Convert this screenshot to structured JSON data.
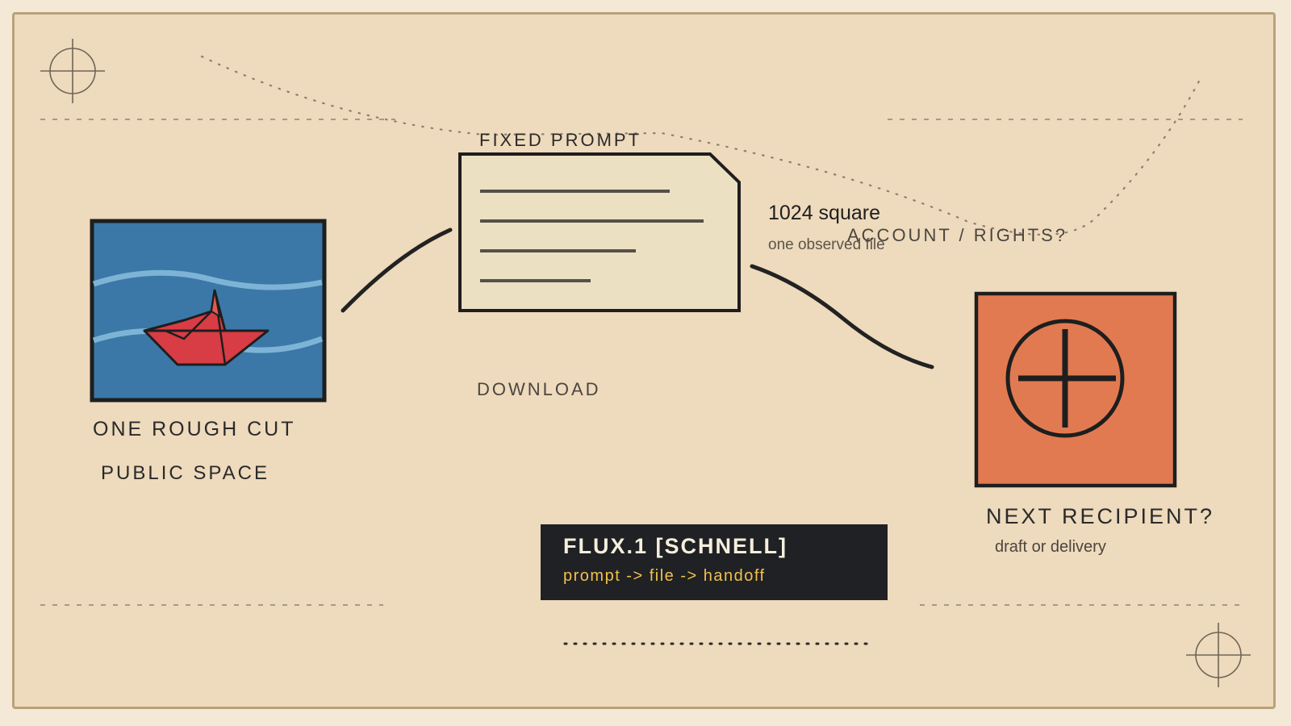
{
  "labels": {
    "fixed_prompt": "FIXED PROMPT",
    "download": "DOWNLOAD",
    "one_rough_cut": "ONE ROUGH CUT",
    "public_space": "PUBLIC SPACE",
    "size": "1024 square",
    "observed": "one observed file",
    "account_rights": "ACCOUNT / RIGHTS?",
    "next_recipient": "NEXT RECIPIENT?",
    "draft_or_delivery": "draft or delivery"
  },
  "title_box": {
    "title": "FLUX.1 [SCHNELL]",
    "subtitle": "prompt -> file -> handoff"
  },
  "colors": {
    "background": "#eedabc",
    "ink": "#222222",
    "sea": "#3b78a8",
    "boat": "#d83c44",
    "recipient": "#e27a51",
    "document": "#ece0c2",
    "title_box": "#1f2124",
    "subtitle_accent": "#f2c14e"
  },
  "icons": {
    "image_card": "sea-boat-icon",
    "prompt_card": "document-icon",
    "recipient_card": "crosshair-circle-icon",
    "corner_marks": "registration-mark-icon"
  }
}
